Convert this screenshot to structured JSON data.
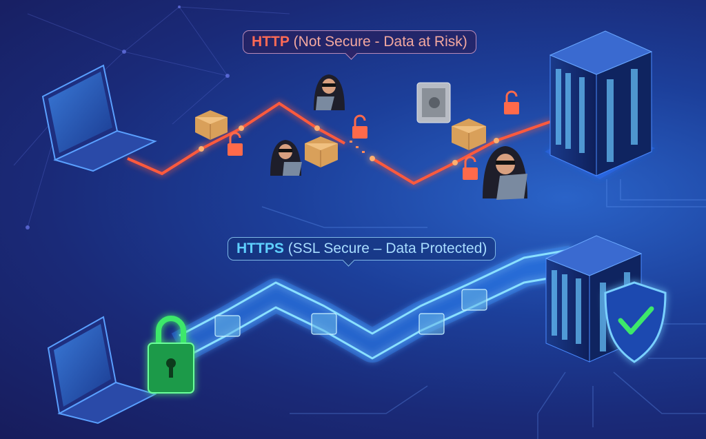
{
  "http_label": {
    "protocol": "HTTP",
    "description": "(Not Secure - Data at Risk)"
  },
  "https_label": {
    "protocol": "HTTPS",
    "description": "(SSL Secure – Data Protected)"
  },
  "colors": {
    "http_path": "#ff5a3c",
    "https_path": "#4fc8ff",
    "lock_green": "#3ee86a",
    "background": "#1a2a78"
  }
}
